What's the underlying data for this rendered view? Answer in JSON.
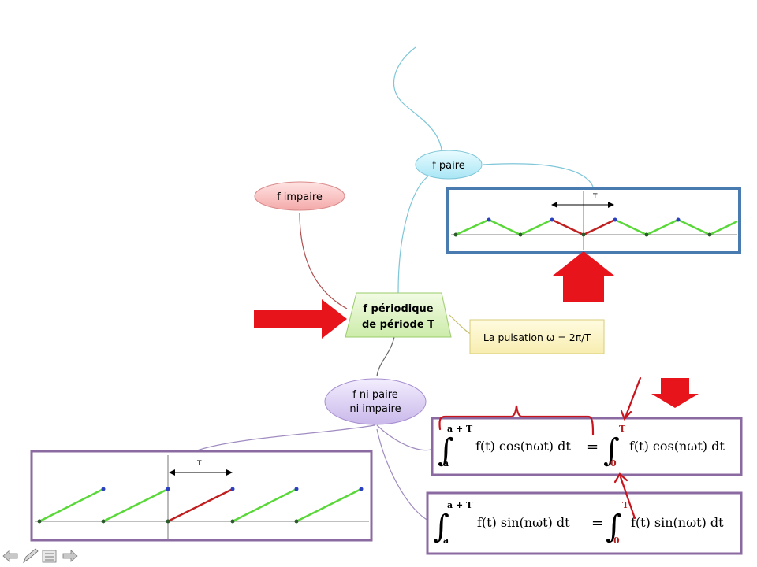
{
  "nodes": {
    "even": "f paire",
    "odd": "f impaire",
    "periodic_line1": "f périodique",
    "periodic_line2": "de période T",
    "pulsation": "La pulsation ω = 2π/T",
    "neither_line1": "f ni paire",
    "neither_line2": "ni impaire"
  },
  "graphs": {
    "even_period_label": "T",
    "sawtooth_period_label": "T"
  },
  "formulas": {
    "cos": {
      "upper_left": "a + T",
      "lower_left": "a",
      "integrand_left": "f(t) cos(nωt) dt",
      "equals": "=",
      "upper_right": "T",
      "lower_right": "0",
      "integrand_right": "f(t) cos(nωt) dt"
    },
    "sin": {
      "upper_left": "a + T",
      "lower_left": "a",
      "integrand_left": "f(t) sin(nωt) dt",
      "equals": "=",
      "upper_right": "T",
      "lower_right": "0",
      "integrand_right": "f(t) sin(nωt) dt"
    }
  },
  "colors": {
    "accent_red": "#e8141c",
    "even_frame": "#4a7bb0",
    "formula_frame": "#8a6aa0",
    "signal_green": "#5ad83a",
    "signal_red": "#c02020"
  },
  "toolbar": {
    "icons": [
      "arrow-left-icon",
      "pen-icon",
      "menu-icon",
      "arrow-right-icon"
    ]
  }
}
